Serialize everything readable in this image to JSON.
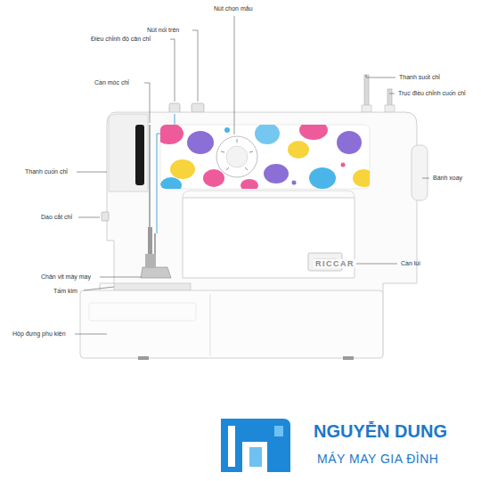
{
  "diagram": {
    "labels": [
      "Nút chọn mẫu",
      "Nút nối trên",
      "Điều chỉnh độ căn chỉ",
      "Thanh suốt chỉ",
      "Trục điều chỉnh cuốn chỉ",
      "Cần móc chỉ",
      "Thanh cuốn chỉ",
      "Bánh xoay",
      "Dao cắt chỉ",
      "Cần lùi",
      "Chân vịt máy may",
      "Tấm kim",
      "Hộp đựng phụ kiện",
      "RICCAR",
      "NGUYỄN DUNG",
      "MÁY MAY GIA ĐÌNH"
    ]
  }
}
